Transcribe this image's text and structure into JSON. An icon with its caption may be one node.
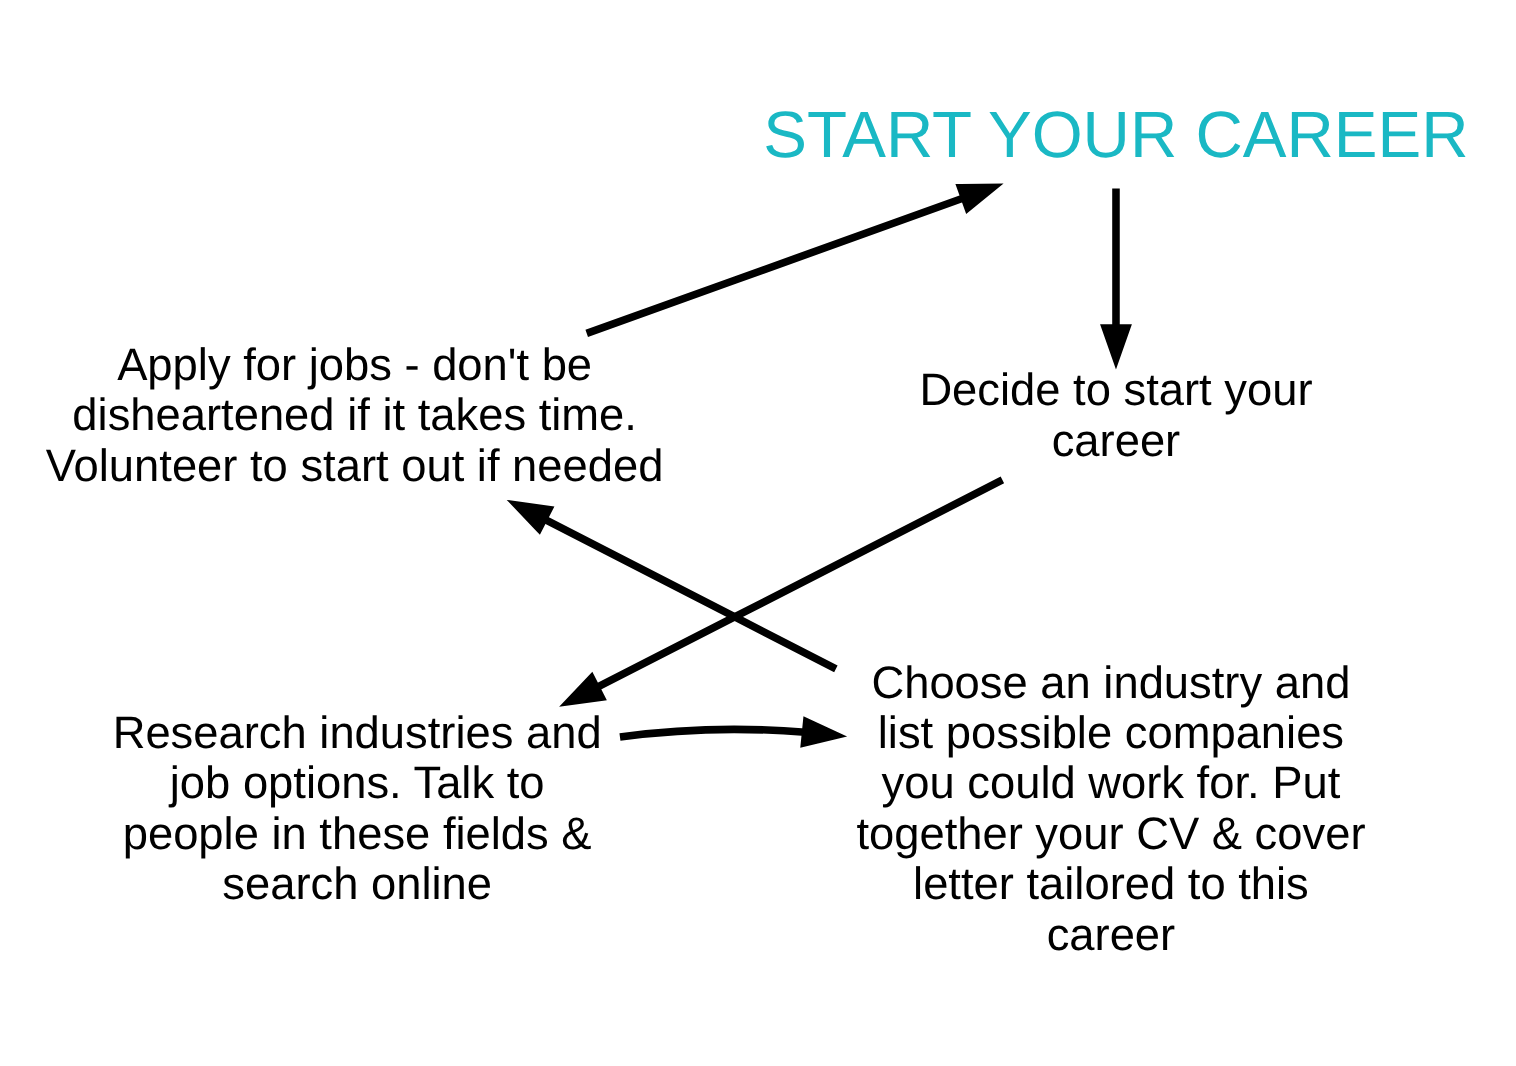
{
  "diagram": {
    "nodes": [
      {
        "text": [
          "START YOUR CAREER"
        ]
      },
      {
        "text": [
          "Decide to start your career"
        ]
      },
      {
        "text": [
          "Research industries and job options. Talk to people in these fields & search online"
        ]
      },
      {
        "text": [
          "Choose an industry and list possible companies you could work for. Put together your CV & cover letter tailored to this career"
        ]
      },
      {
        "text": [
          "Apply for jobs - don't be disheartened if it takes time. Volunteer to start out if needed"
        ]
      }
    ],
    "edges": [
      {
        "from": 4,
        "to": 0,
        "arrow": "to"
      },
      {
        "from": 0,
        "to": 1,
        "arrow": "to"
      },
      {
        "from": 1,
        "to": 2,
        "arrow": "to"
      },
      {
        "from": 2,
        "to": 3,
        "arrow": "to"
      },
      {
        "from": 3,
        "to": 4,
        "arrow": "to"
      }
    ]
  }
}
